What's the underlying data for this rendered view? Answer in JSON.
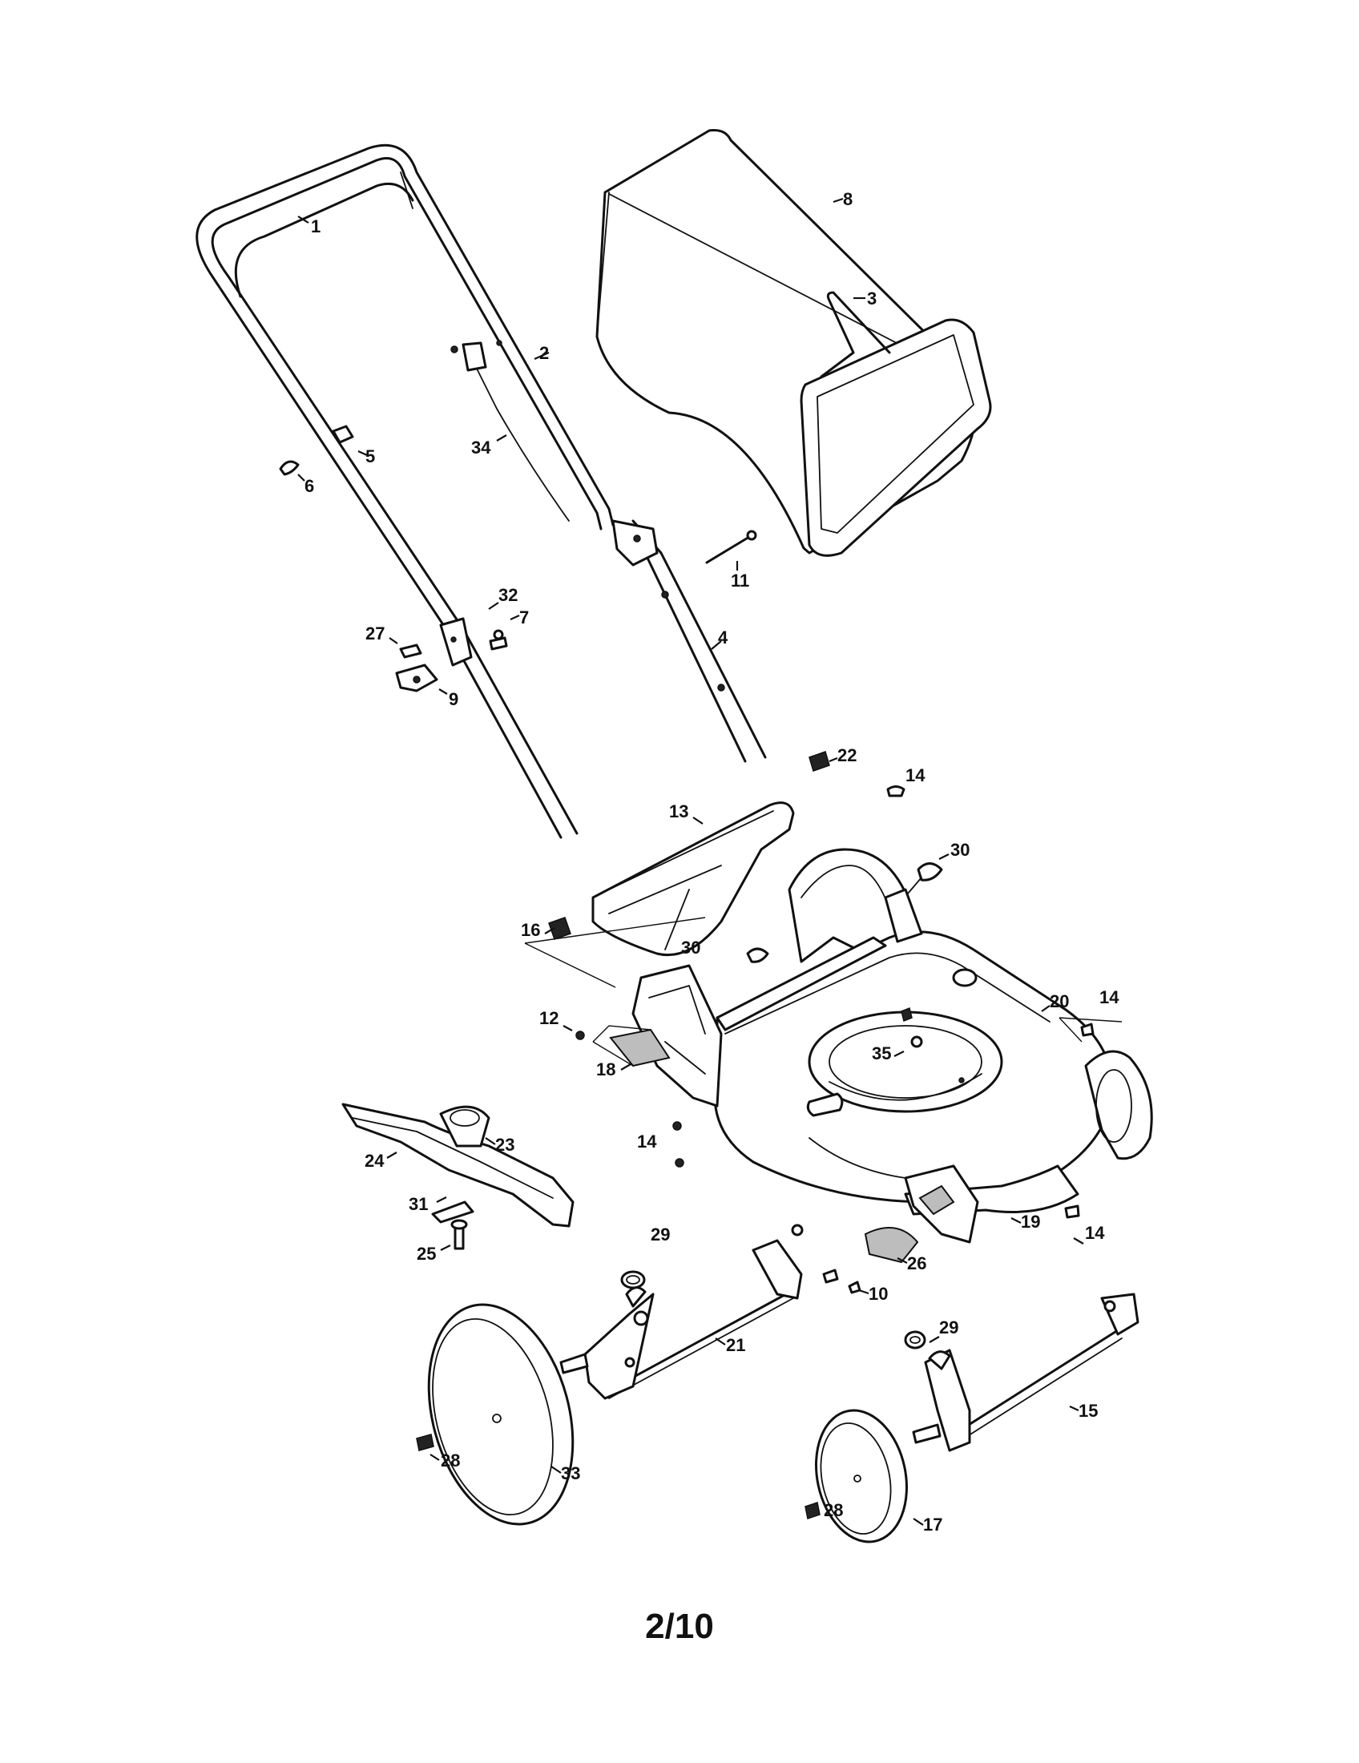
{
  "callouts": [
    "1",
    "2",
    "3",
    "4",
    "5",
    "6",
    "7",
    "8",
    "9",
    "10",
    "11",
    "12",
    "13",
    "14",
    "15",
    "16",
    "17",
    "18",
    "19",
    "20",
    "21",
    "22",
    "23",
    "24",
    "25",
    "26",
    "27",
    "28",
    "29",
    "30",
    "31",
    "32",
    "33",
    "34",
    "35"
  ],
  "page_number": "2/10"
}
